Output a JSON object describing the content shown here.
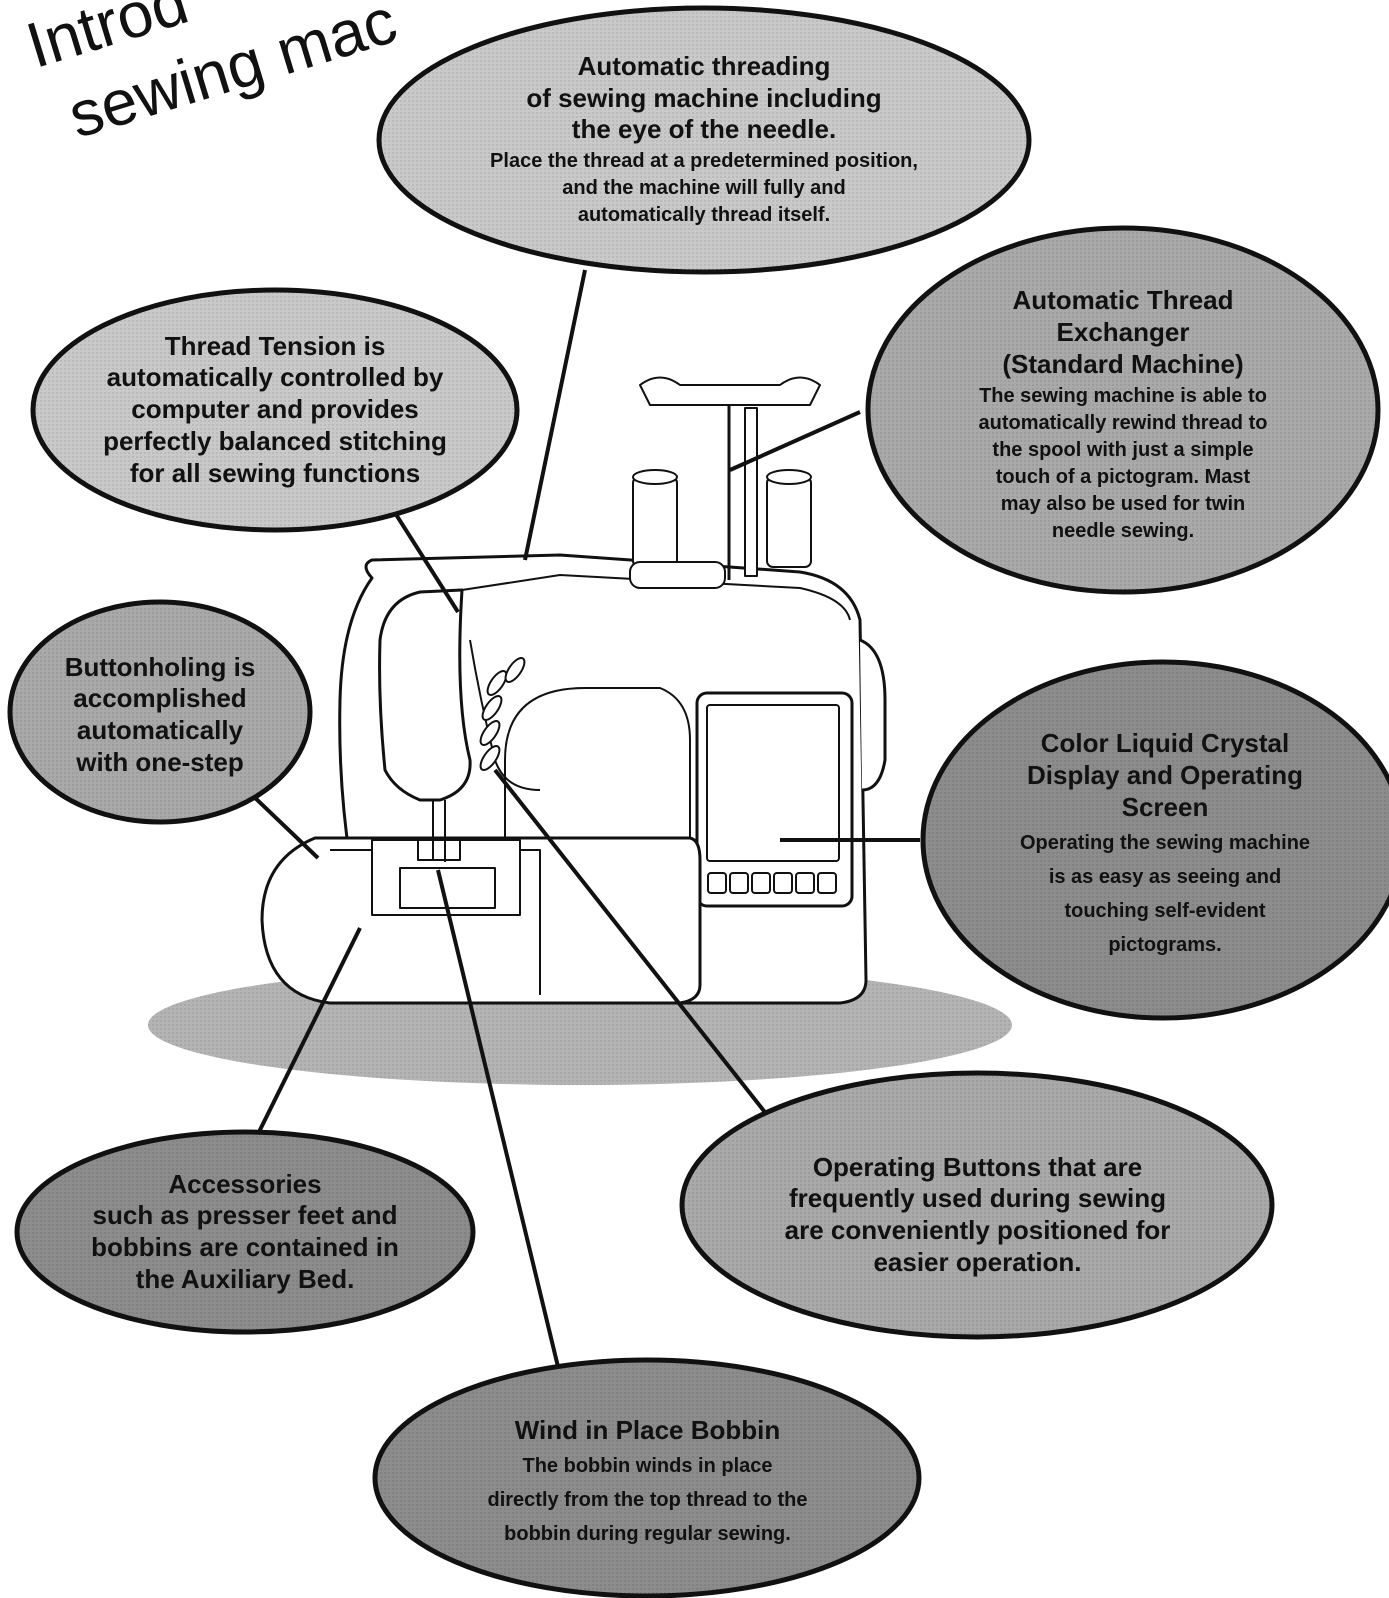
{
  "heading": {
    "line1": "Introd",
    "line2": "sewing mac"
  },
  "callouts": {
    "threading": {
      "title": "Automatic threading\nof sewing machine including\nthe eye of the needle.",
      "body": "Place the thread at a predetermined position,\nand the machine will fully and\nautomatically thread itself."
    },
    "tension": {
      "title": "Thread Tension is\nautomatically controlled by\ncomputer and provides\nperfectly balanced stitching\nfor all sewing functions"
    },
    "exchanger": {
      "title": "Automatic Thread\nExchanger\n(Standard Machine)",
      "body": "The sewing machine is able to\nautomatically rewind thread to\nthe spool with just a simple\ntouch of a pictogram.  Mast\nmay also be used for twin\nneedle sewing."
    },
    "buttonholing": {
      "title": "Buttonholing is\naccomplished\nautomatically\nwith one-step"
    },
    "display": {
      "title": "Color Liquid Crystal\nDisplay and Operating\nScreen",
      "body": "Operating the sewing machine\nis as easy as seeing and\ntouching  self-evident\npictograms."
    },
    "accessories": {
      "title": "Accessories\nsuch as presser feet and\nbobbins are contained in\nthe Auxiliary Bed."
    },
    "operating_buttons": {
      "title": "Operating Buttons that are\nfrequently used during sewing\nare conveniently positioned for\neasier operation."
    },
    "bobbin": {
      "title": "Wind in Place Bobbin",
      "body": "The bobbin winds in place\ndirectly from the top thread to the\nbobbin during regular sewing."
    }
  },
  "colors": {
    "light_bubble": "#c9c9c9",
    "mid_bubble": "#a9a9a9",
    "dark_bubble": "#8c8c8c",
    "outline": "#111111",
    "shadow": "#b4b4b4"
  }
}
